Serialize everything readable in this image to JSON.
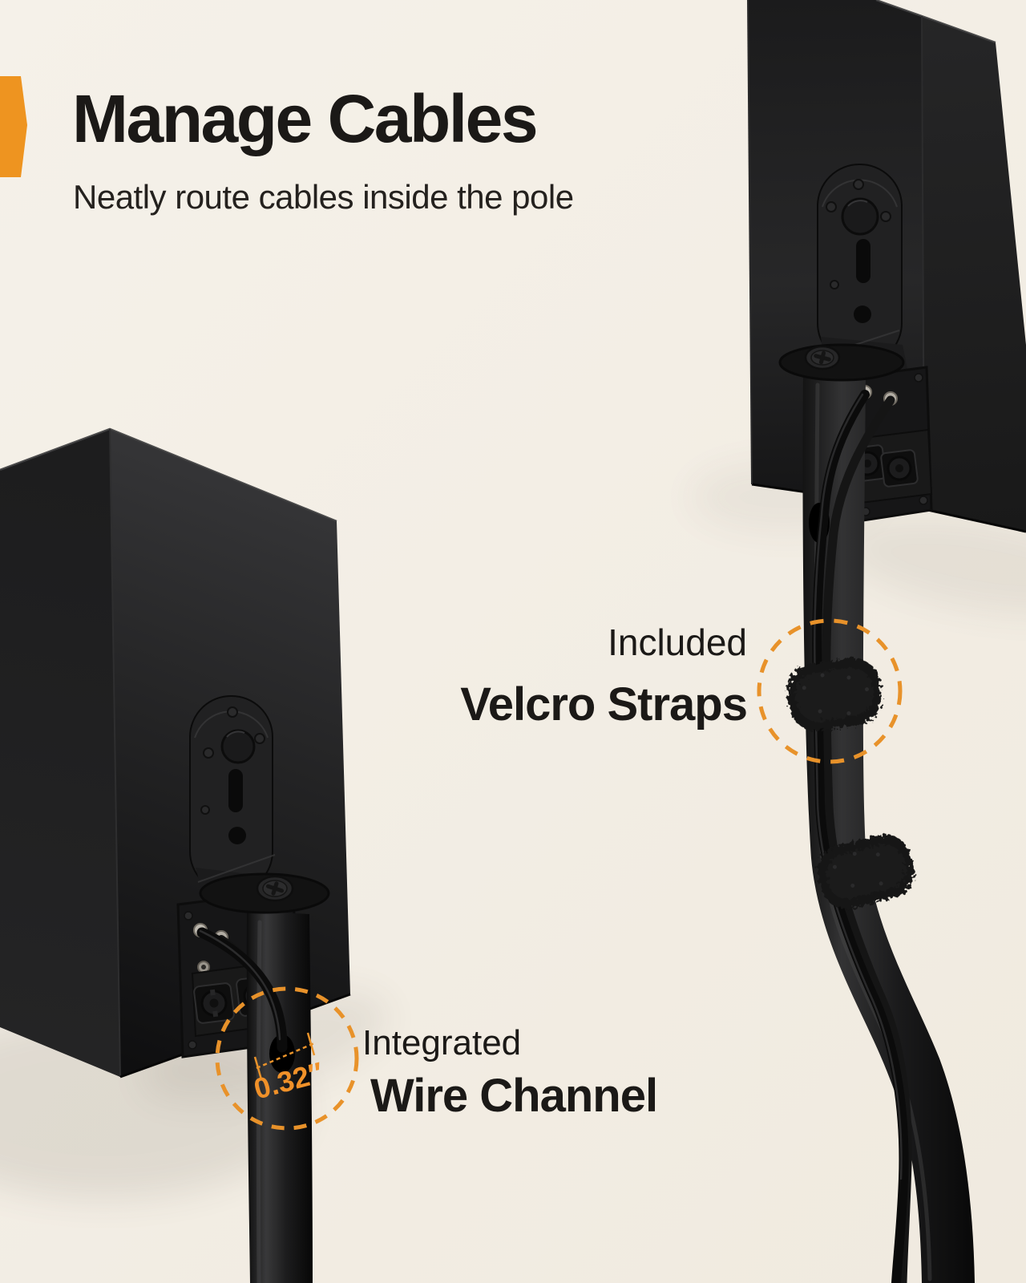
{
  "header": {
    "title": "Manage Cables",
    "subtitle": "Neatly route cables inside the pole"
  },
  "callouts": {
    "velcro": {
      "line1": "Included",
      "line2": "Velcro Straps"
    },
    "wire_channel": {
      "line1": "Integrated",
      "line2": "Wire Channel",
      "measurement": "0.32″"
    }
  },
  "colors": {
    "background": "#F2EDE4",
    "accent": "#EE9420",
    "dash": "#E8922A",
    "measurement_text": "#F09129",
    "text": "#1B1917",
    "product": "#1B1B1B"
  }
}
